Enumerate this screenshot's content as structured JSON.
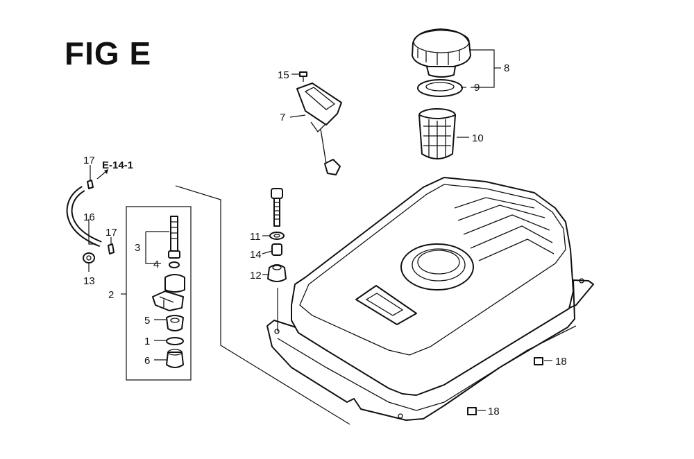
{
  "figure": {
    "title": "FIG E",
    "reference": "E-14-1"
  },
  "callouts": {
    "c1": "1",
    "c2": "2",
    "c3": "3",
    "c4": "4",
    "c5": "5",
    "c6": "6",
    "c7": "7",
    "c8": "8",
    "c9": "9",
    "c10": "10",
    "c11": "11",
    "c12": "12",
    "c13": "13",
    "c14": "14",
    "c15": "15",
    "c16": "16",
    "c17a": "17",
    "c17b": "17",
    "c18a": "18",
    "c18b": "18"
  }
}
